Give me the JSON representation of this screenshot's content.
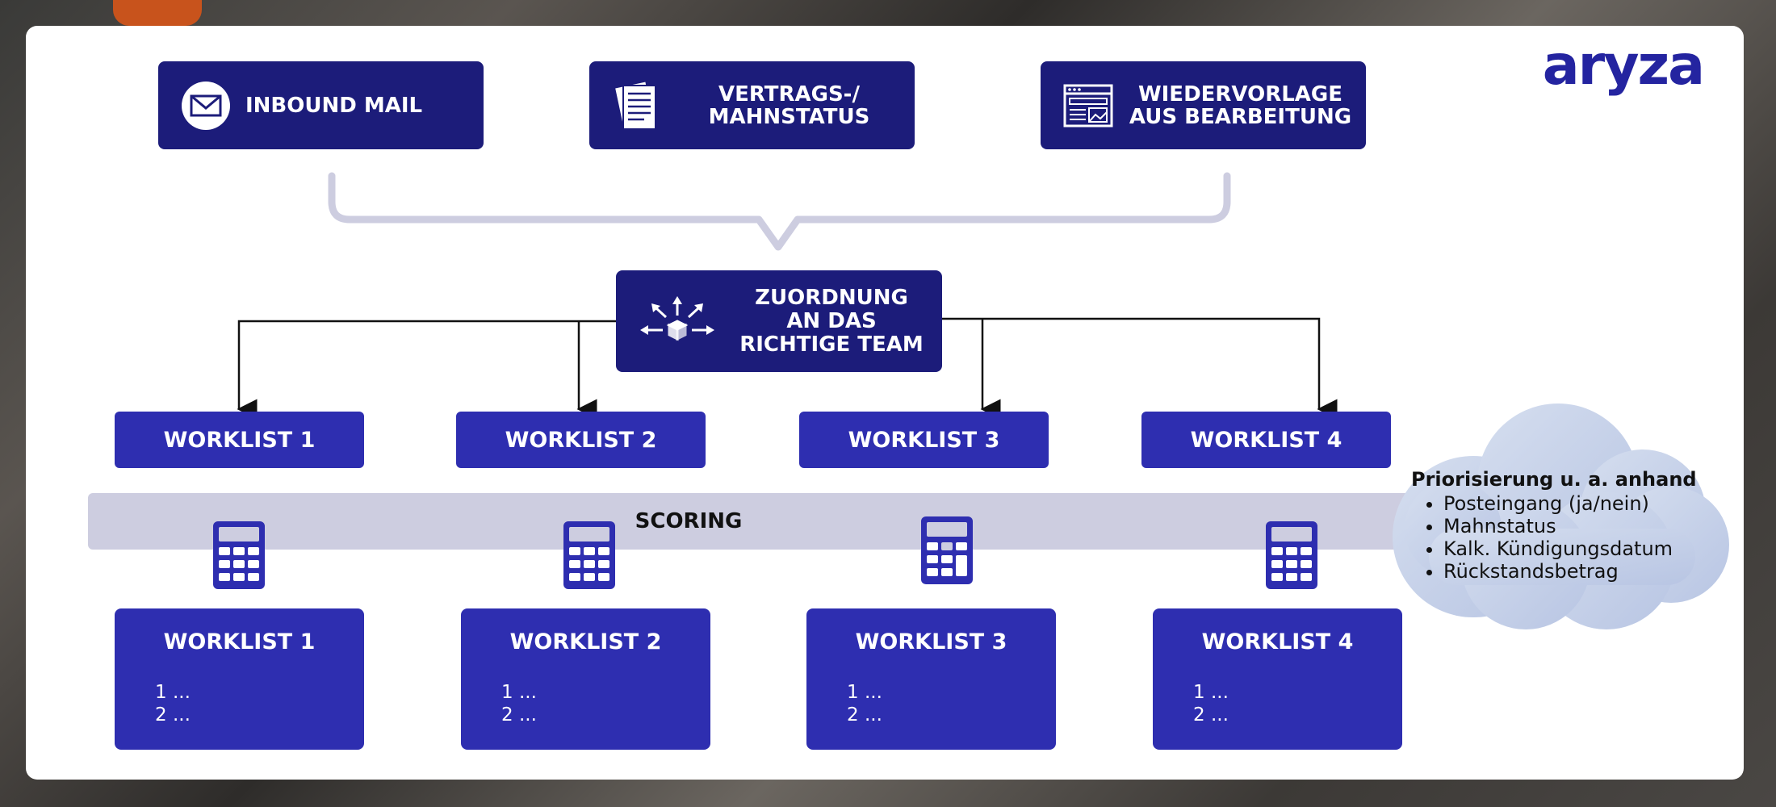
{
  "logo": {
    "text": "aryza"
  },
  "sources": [
    {
      "label": "INBOUND MAIL",
      "icon": "mail-icon"
    },
    {
      "label": "VERTRAGS-/\nMAHNSTATUS",
      "icon": "documents-icon"
    },
    {
      "label": "WIEDERVORLAGE\nAUS BEARBEITUNG",
      "icon": "browser-window-icon"
    }
  ],
  "assignment": {
    "label": "ZUORDNUNG\nAN DAS\nRICHTIGE TEAM",
    "icon": "distribute-box-icon"
  },
  "worklists_top": [
    "WORKLIST 1",
    "WORKLIST 2",
    "WORKLIST 3",
    "WORKLIST 4"
  ],
  "scoring": {
    "label": "SCORING",
    "icon": "calculator-icon"
  },
  "worklists_bottom": [
    {
      "title": "WORKLIST 1",
      "items": [
        "1 ...",
        "2 ..."
      ]
    },
    {
      "title": "WORKLIST 2",
      "items": [
        "1 ...",
        "2 ..."
      ]
    },
    {
      "title": "WORKLIST 3",
      "items": [
        "1 ...",
        "2 ..."
      ]
    },
    {
      "title": "WORKLIST 4",
      "items": [
        "1 ...",
        "2 ..."
      ]
    }
  ],
  "prioritization": {
    "title": "Priorisierung u. a. anhand",
    "items": [
      "Posteingang (ja/nein)",
      "Mahnstatus",
      "Kalk. Kündigungsdatum",
      "Rückstandsbetrag"
    ]
  },
  "colors": {
    "dark_navy": "#1c1c7a",
    "indigo": "#2e2eb0",
    "scoring_grey": "#cdcde0",
    "cloud": "#c5cfe6"
  }
}
